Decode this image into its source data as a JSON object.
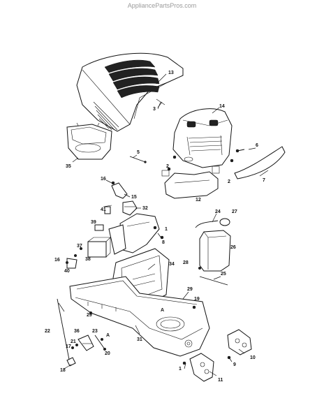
{
  "watermark": "AppliancePartsPros.com",
  "callouts": [
    {
      "id": "c13",
      "label": "13"
    },
    {
      "id": "c3",
      "label": "3"
    },
    {
      "id": "c14",
      "label": "14"
    },
    {
      "id": "c6",
      "label": "6"
    },
    {
      "id": "c5",
      "label": "5"
    },
    {
      "id": "c35",
      "label": "35"
    },
    {
      "id": "c7",
      "label": "7"
    },
    {
      "id": "c2a",
      "label": "2"
    },
    {
      "id": "c2b",
      "label": "2"
    },
    {
      "id": "c12",
      "label": "12"
    },
    {
      "id": "c16a",
      "label": "16"
    },
    {
      "id": "c15",
      "label": "15"
    },
    {
      "id": "c32",
      "label": "32"
    },
    {
      "id": "c41",
      "label": "41"
    },
    {
      "id": "c24",
      "label": "24"
    },
    {
      "id": "c27",
      "label": "27"
    },
    {
      "id": "c39",
      "label": "39"
    },
    {
      "id": "c1a",
      "label": "1"
    },
    {
      "id": "c8",
      "label": "8"
    },
    {
      "id": "c26",
      "label": "26"
    },
    {
      "id": "c37",
      "label": "37"
    },
    {
      "id": "c38",
      "label": "38"
    },
    {
      "id": "c16b",
      "label": "16"
    },
    {
      "id": "c40",
      "label": "40"
    },
    {
      "id": "c34",
      "label": "34"
    },
    {
      "id": "c28",
      "label": "28"
    },
    {
      "id": "c25",
      "label": "25"
    },
    {
      "id": "c29a",
      "label": "29"
    },
    {
      "id": "c29b",
      "label": "29"
    },
    {
      "id": "c19",
      "label": "19"
    },
    {
      "id": "cAa",
      "label": "A"
    },
    {
      "id": "c22",
      "label": "22"
    },
    {
      "id": "c36",
      "label": "36"
    },
    {
      "id": "c23",
      "label": "23"
    },
    {
      "id": "cAb",
      "label": "A"
    },
    {
      "id": "c21",
      "label": "21"
    },
    {
      "id": "c17",
      "label": "17"
    },
    {
      "id": "c20",
      "label": "20"
    },
    {
      "id": "c31",
      "label": "31"
    },
    {
      "id": "c18",
      "label": "18"
    },
    {
      "id": "c1b",
      "label": "1"
    },
    {
      "id": "c9",
      "label": "9"
    },
    {
      "id": "c10",
      "label": "10"
    },
    {
      "id": "c11",
      "label": "11"
    }
  ]
}
